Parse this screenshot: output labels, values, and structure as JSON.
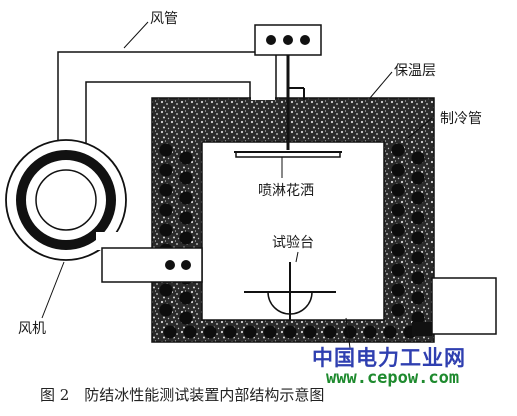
{
  "labels": {
    "duct": "风管",
    "insulation": "保温层",
    "refrigeration_pipe": "制冷管",
    "sprinkler": "喷淋花洒",
    "test_bench": "试验台",
    "fan": "风机"
  },
  "caption": "图 2　防结冰性能测试装置内部结构示意图",
  "watermark": {
    "name": "中国电力工业网",
    "url": "www.cepow.com"
  },
  "colors": {
    "line": "#111111",
    "insulation_fill": "#3a3a3a",
    "watermark_blue": "#2f3fb0",
    "watermark_green": "#1e8a2e"
  }
}
